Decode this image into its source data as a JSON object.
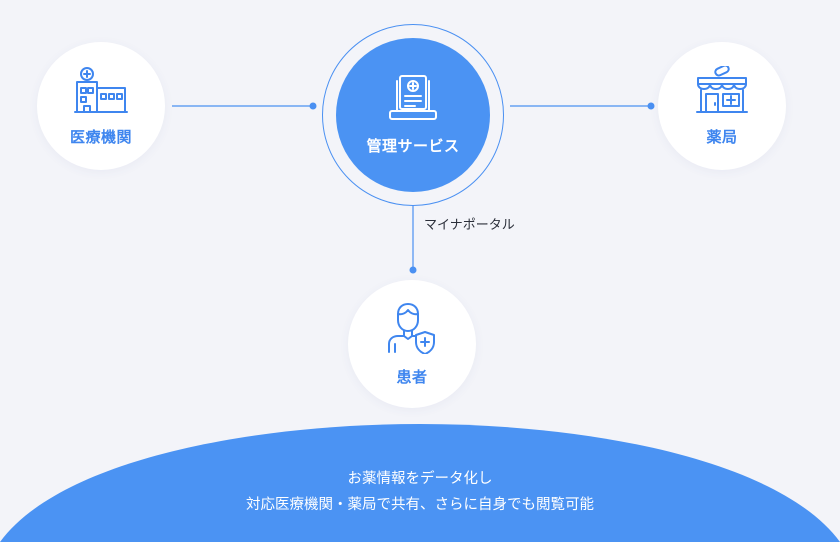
{
  "nodes": {
    "hospital": {
      "label": "医療機関",
      "icon": "hospital-icon"
    },
    "pharmacy": {
      "label": "薬局",
      "icon": "pharmacy-store-icon"
    },
    "center": {
      "label": "管理サービス",
      "icon": "medical-server-icon"
    },
    "patient": {
      "label": "患者",
      "icon": "patient-shield-icon"
    }
  },
  "edges": {
    "portal_label": "マイナポータル"
  },
  "footer": {
    "line1": "お薬情報をデータ化し",
    "line2": "対応医療機関・薬局で共有、さらに自身でも閲覧可能"
  },
  "colors": {
    "accent": "#4b93f3",
    "background": "#f3f4f9",
    "node_fill": "#ffffff"
  }
}
